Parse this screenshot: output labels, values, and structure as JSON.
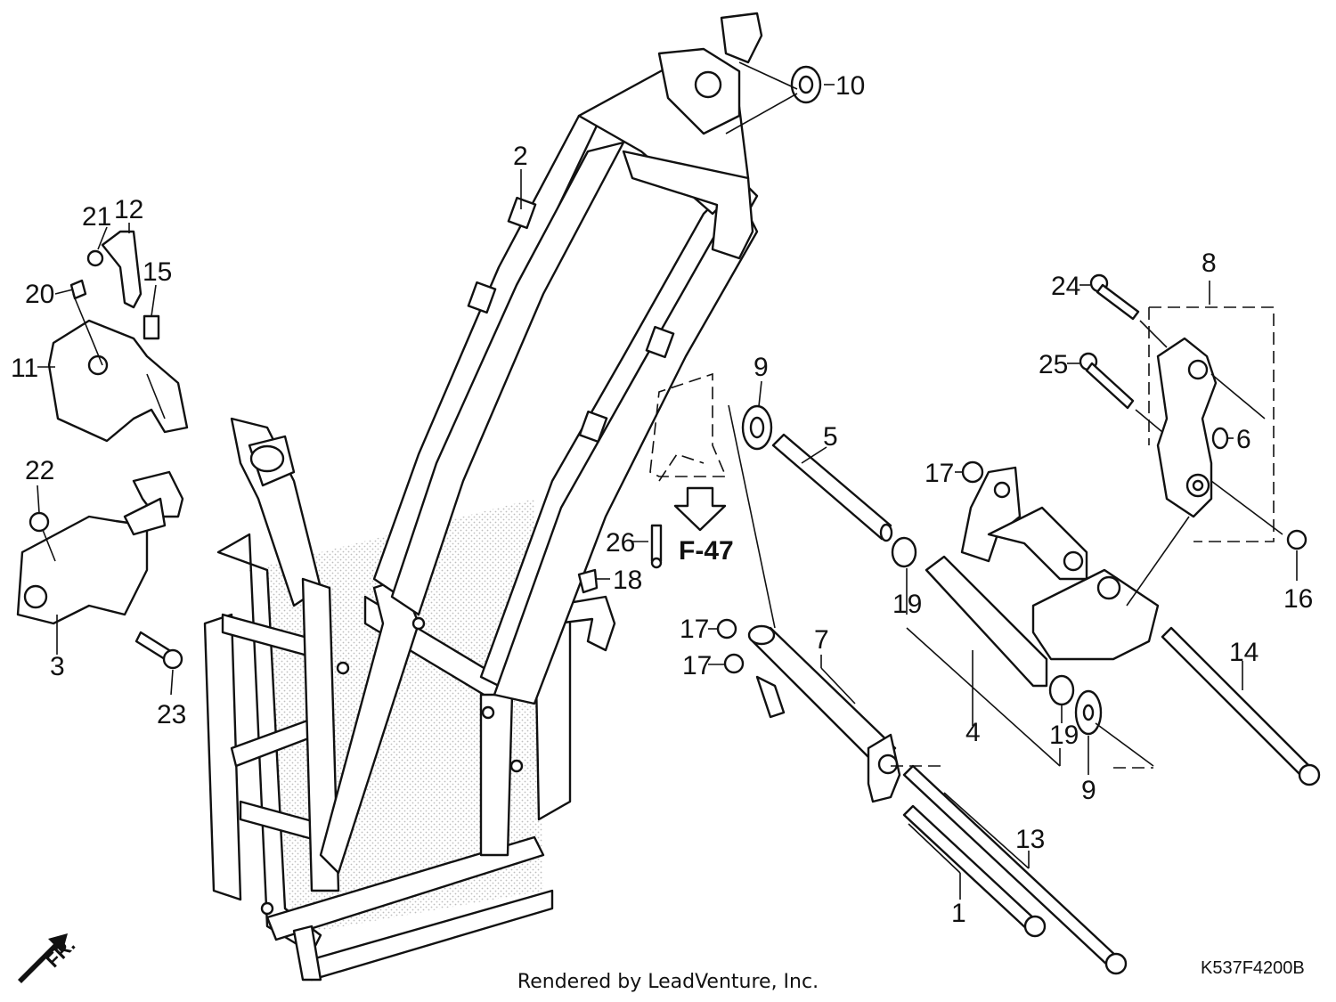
{
  "diagram": {
    "callouts": [
      {
        "id": "c1",
        "label": "1"
      },
      {
        "id": "c2",
        "label": "2"
      },
      {
        "id": "c3",
        "label": "3"
      },
      {
        "id": "c4",
        "label": "4"
      },
      {
        "id": "c5",
        "label": "5"
      },
      {
        "id": "c6",
        "label": "6"
      },
      {
        "id": "c7",
        "label": "7"
      },
      {
        "id": "c8",
        "label": "8"
      },
      {
        "id": "c9a",
        "label": "9"
      },
      {
        "id": "c9b",
        "label": "9"
      },
      {
        "id": "c10",
        "label": "10"
      },
      {
        "id": "c11",
        "label": "11"
      },
      {
        "id": "c12",
        "label": "12"
      },
      {
        "id": "c13",
        "label": "13"
      },
      {
        "id": "c14",
        "label": "14"
      },
      {
        "id": "c15",
        "label": "15"
      },
      {
        "id": "c16",
        "label": "16"
      },
      {
        "id": "c17a",
        "label": "17"
      },
      {
        "id": "c17b",
        "label": "17"
      },
      {
        "id": "c17c",
        "label": "17"
      },
      {
        "id": "c18",
        "label": "18"
      },
      {
        "id": "c19a",
        "label": "19"
      },
      {
        "id": "c19b",
        "label": "19"
      },
      {
        "id": "c20",
        "label": "20"
      },
      {
        "id": "c21",
        "label": "21"
      },
      {
        "id": "c22",
        "label": "22"
      },
      {
        "id": "c23",
        "label": "23"
      },
      {
        "id": "c24",
        "label": "24"
      },
      {
        "id": "c25",
        "label": "25"
      },
      {
        "id": "c26",
        "label": "26"
      }
    ],
    "reference_label": "F-47",
    "front_label": "FR.",
    "drawing_code": "K537F4200B"
  },
  "footer": {
    "text": "Rendered by LeadVenture, Inc."
  }
}
